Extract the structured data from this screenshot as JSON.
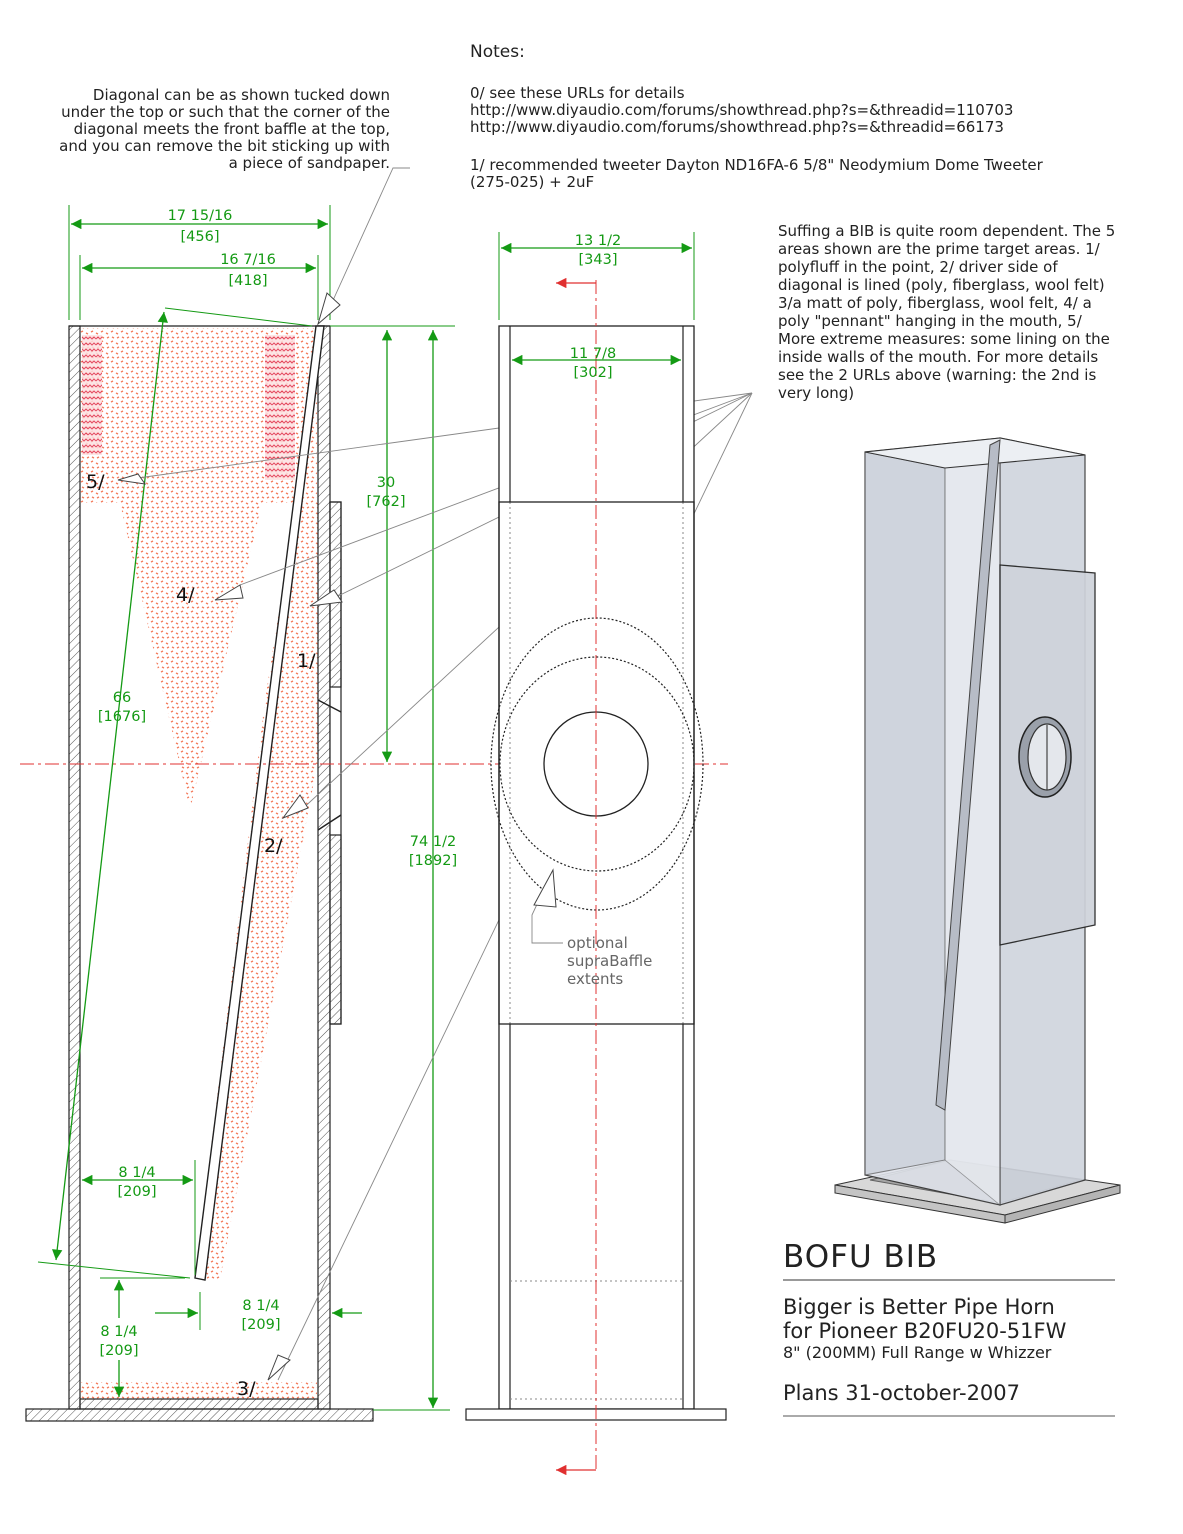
{
  "notes": {
    "heading": "Notes:",
    "line0": "0/ see these URLs for details",
    "url1": "http://www.diyaudio.com/forums/showthread.php?s=&threadid=110703",
    "url2": "http://www.diyaudio.com/forums/showthread.php?s=&threadid=66173",
    "line1a": "1/ recommended tweeter Dayton ND16FA-6 5/8\" Neodymium Dome Tweeter",
    "line1b": "(275-025) + 2uF"
  },
  "diagonal_note": "Diagonal can be as shown tucked down\nunder the top or such that the corner of the\ndiagonal meets the front baffle at the top,\nand you can remove the bit sticking up with\na piece of sandpaper.",
  "stuffing_note": "Suffing a BIB is quite room dependent. The 5\nareas shown are the prime target areas. 1/\npolyfluff in the point, 2/ driver side of\ndiagonal is lined (poly, fiberglass, wool felt)\n3/a matt of poly, fiberglass, wool felt, 4/ a\npoly \"pennant\" hanging in the mouth, 5/\nMore extreme measures: some lining on the\ninside walls of the mouth. For more details\nsee the 2 URLs above (warning: the 2nd is\nvery long)",
  "side_dims": {
    "outer_width": "17 15/16",
    "outer_width_mm": "[456]",
    "inner_width": "16 7/16",
    "inner_width_mm": "[418]",
    "driver_height": "30",
    "driver_height_mm": "[762]",
    "total_height": "74 1/2",
    "total_height_mm": "[1892]",
    "diagonal": "66",
    "diagonal_mm": "[1676]",
    "bottom_gap": "8 1/4",
    "bottom_gap_mm": "[209]",
    "mouth_gap": "8 1/4",
    "mouth_gap_mm": "[209]",
    "floor_gap": "8 1/4",
    "floor_gap_mm": "[209]"
  },
  "front_dims": {
    "outer_width": "13 1/2",
    "outer_width_mm": "[343]",
    "inner_width": "11 7/8",
    "inner_width_mm": "[302]"
  },
  "area_labels": [
    "1/",
    "2/",
    "3/",
    "4/",
    "5/"
  ],
  "suprabaffle_note": "optional\nsupraBaffle\nextents",
  "title": {
    "name": "BOFU BIB",
    "subtitle1": "Bigger is Better Pipe Horn",
    "subtitle2": "for Pioneer B20FU20-51FW",
    "subtitle3": "8\" (200MM) Full Range w Whizzer",
    "date": "Plans  31-october-2007"
  },
  "colors": {
    "dimension": "#149a14",
    "centerline": "#e03030",
    "stuffing": "#f47a5a",
    "stuffing_dense": "#e0304a"
  }
}
